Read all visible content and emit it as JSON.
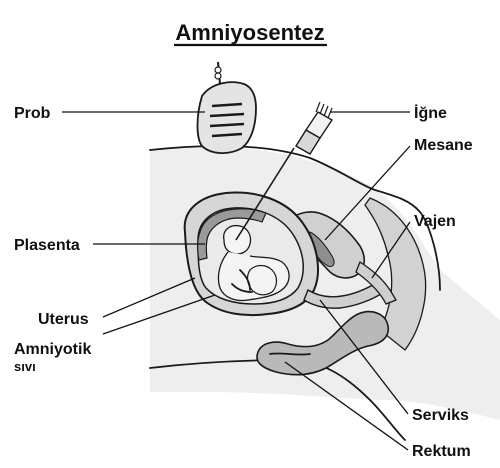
{
  "title": "Amniyosentez",
  "labels": {
    "prob": "Prob",
    "igne": "İğne",
    "mesane": "Mesane",
    "vajen": "Vajen",
    "plasenta": "Plasenta",
    "uterus": "Uterus",
    "amniyotik_line1": "Amniyotik",
    "amniyotik_line2": "sıvı",
    "serviks": "Serviks",
    "rektum": "Rektum"
  },
  "colors": {
    "outline": "#1a1a1a",
    "fill_light": "#e6e6e6",
    "fill_mid": "#c9c9c9",
    "fill_dark": "#9a9a9a",
    "background": "#ffffff"
  }
}
